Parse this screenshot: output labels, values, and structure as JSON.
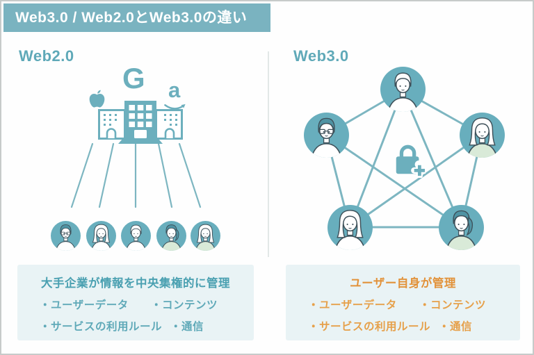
{
  "banner": {
    "title": "Web3.0 / Web2.0とWeb3.0の違い"
  },
  "left": {
    "heading": "Web2.0",
    "logos": {
      "google": "G",
      "amazon": "a",
      "apple": "apple-logo"
    },
    "users": [
      "man-glasses",
      "woman-long-hair",
      "man-short-hair",
      "woman-ponytail-green",
      "woman-long-hair-green"
    ],
    "box": {
      "title": "大手企業が情報を中央集権的に管理",
      "bullets": [
        "・ユーザーデータ",
        "・コンテンツ",
        "・サービスの利用ルール",
        "・通信"
      ]
    }
  },
  "right": {
    "heading": "Web3.0",
    "center_icon": "lock-plus",
    "users": [
      "man-short-hair",
      "man-glasses",
      "woman-long-hair-green",
      "woman-long-hair",
      "woman-ponytail-green"
    ],
    "box": {
      "title": "ユーザー自身が管理",
      "bullets": [
        "・ユーザーデータ",
        "・コンテンツ",
        "・サービスの利用ルール",
        "・通信"
      ]
    }
  },
  "colors": {
    "banner_bg": "#7ab3c0",
    "banner_text": "#ffffff",
    "heading_teal": "#5fa9b8",
    "icon_teal": "#6cafbd",
    "line_teal": "#7db6c1",
    "avatar_bg": "#68aebd",
    "avatar_stroke": "#3e5059",
    "hair_teal": "#4f93a3",
    "green_top": "#d9ead8",
    "box_bg": "#e9f3f5",
    "left_box_title": "#4aa0b1",
    "left_box_text": "#5fa9b8",
    "right_box_title": "#e2923a",
    "right_box_text": "#e6a04a",
    "divider": "#e2e8e7",
    "frame_border": "#c7cbca"
  }
}
